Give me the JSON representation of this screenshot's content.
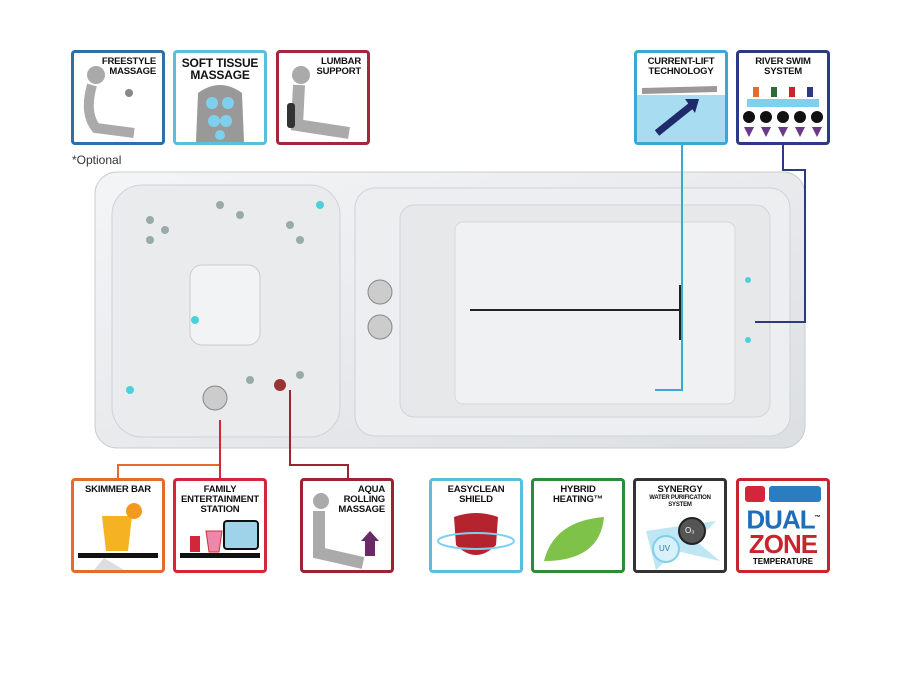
{
  "note": "*Optional",
  "features_top": [
    {
      "id": "freestyle",
      "label": [
        "FREESTYLE",
        "MASSAGE"
      ],
      "color": "#2e6fa7"
    },
    {
      "id": "soft-tissue",
      "label": [
        "SOFT TISSUE",
        "MASSAGE"
      ],
      "color": "#5bbfdc"
    },
    {
      "id": "lumbar",
      "label": [
        "LUMBAR",
        "SUPPORT"
      ],
      "color": "#a3263a"
    },
    {
      "id": "current-lift",
      "label": [
        "CURRENT-LIFT",
        "TECHNOLOGY"
      ],
      "color": "#3aa7d6"
    },
    {
      "id": "river-swim",
      "label": [
        "RIVER SWIM",
        "SYSTEM"
      ],
      "color": "#2c3a84"
    }
  ],
  "features_bottom": [
    {
      "id": "skimmer-bar",
      "label": [
        "SKIMMER BAR"
      ],
      "color": "#e36c2c"
    },
    {
      "id": "family-entertainment",
      "label": [
        "FAMILY",
        "ENTERTAINMENT",
        "STATION"
      ],
      "color": "#d3263a"
    },
    {
      "id": "aqua-rolling",
      "label": [
        "AQUA",
        "ROLLING",
        "MASSAGE"
      ],
      "color": "#9b2433"
    },
    {
      "id": "easyclean",
      "label": [
        "EASYCLEAN",
        "SHIELD"
      ],
      "color": "#5bbfdc"
    },
    {
      "id": "hybrid-heating",
      "label": [
        "HYBRID",
        "HEATING™"
      ],
      "color": "#2e8b3a"
    },
    {
      "id": "synergy",
      "label": [
        "SYNERGY"
      ],
      "sublabel": [
        "WATER PURIFICATION",
        "SYSTEM"
      ],
      "color": "#333333",
      "badges": [
        "O₃",
        "UV"
      ]
    },
    {
      "id": "dual-zone",
      "label": [
        "DUAL",
        "ZONE"
      ],
      "sublabel": [
        "TEMPERATURE"
      ],
      "tm": "™",
      "color": "#c8242c"
    }
  ]
}
